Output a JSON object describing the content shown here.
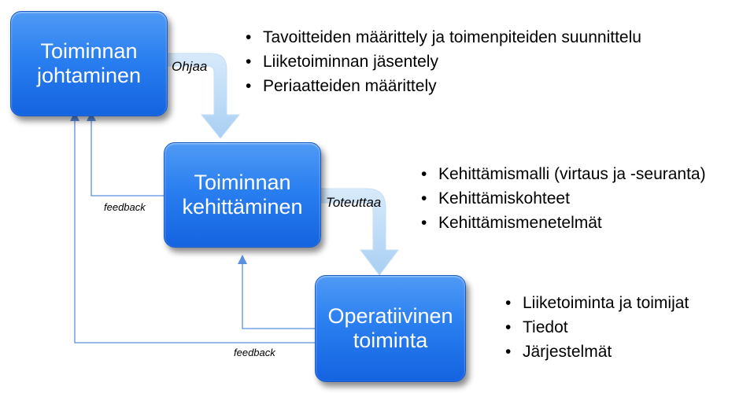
{
  "boxes": {
    "management": "Toiminnan\njohtaminen",
    "development": "Toiminnan\nkehittäminen",
    "operations": "Operatiivinen\ntoiminta"
  },
  "arrows": {
    "steers": "Ohjaa",
    "implements": "Toteuttaa",
    "feedback_upper": "feedback",
    "feedback_lower": "feedback"
  },
  "bullets": {
    "management": [
      "Tavoitteiden määrittely ja toimenpiteiden suunnittelu",
      "Liiketoiminnan jäsentely",
      "Periaatteiden määrittely"
    ],
    "development": [
      "Kehittämismalli (virtaus ja -seuranta)",
      "Kehittämiskohteet",
      "Kehittämismenetelmät"
    ],
    "operations": [
      "Liiketoiminta ja toimijat",
      "Tiedot",
      "Järjestelmät"
    ]
  },
  "colors": {
    "box_fill": "#2a7ff0",
    "feedback_line": "#5b8fe0",
    "flow_arrow": "#b9d8f5"
  }
}
